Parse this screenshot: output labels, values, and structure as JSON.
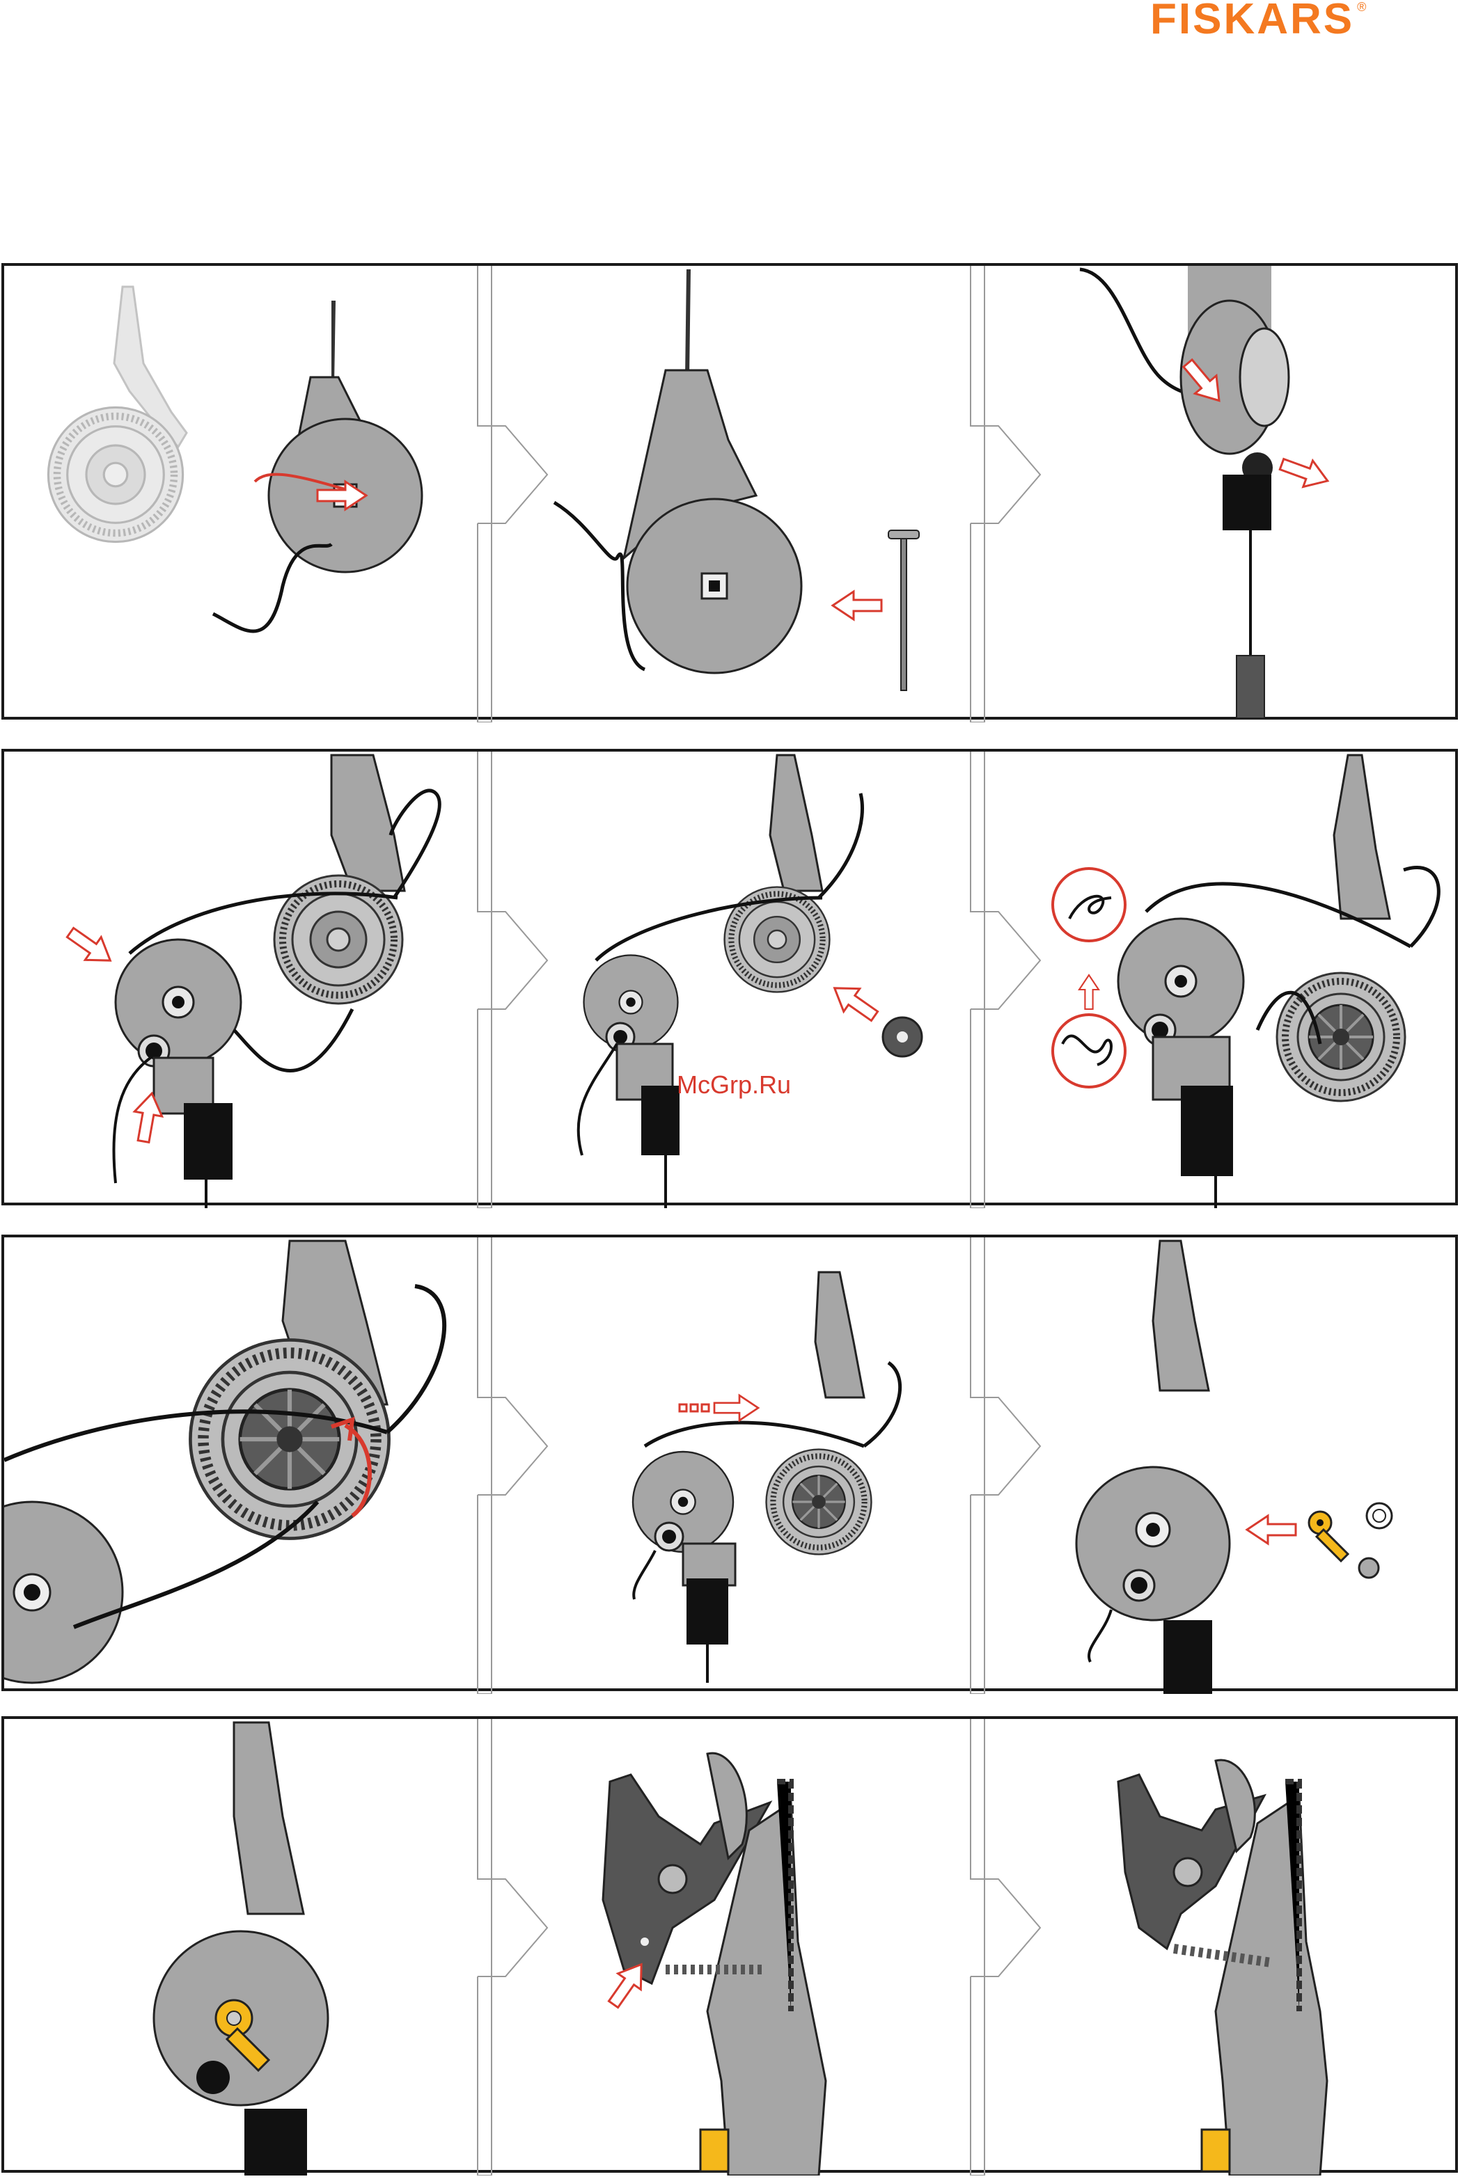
{
  "brand": {
    "name": "FISKARS",
    "mark": "®",
    "color": "#f47920"
  },
  "watermark": {
    "text": "McGrp.Ru",
    "color": "#d83a2e"
  },
  "colors": {
    "arrow_red": "#d83a2e",
    "part_gray": "#a6a6a6",
    "dark_gray": "#555555",
    "accent_yellow": "#f5b81b"
  },
  "rows": [
    {
      "panels": [
        "step-1",
        "step-2",
        "step-3"
      ]
    },
    {
      "panels": [
        "step-4",
        "step-5",
        "step-6"
      ]
    },
    {
      "panels": [
        "step-7",
        "step-8",
        "step-9"
      ]
    },
    {
      "panels": [
        "step-10",
        "step-11",
        "step-12"
      ]
    }
  ]
}
